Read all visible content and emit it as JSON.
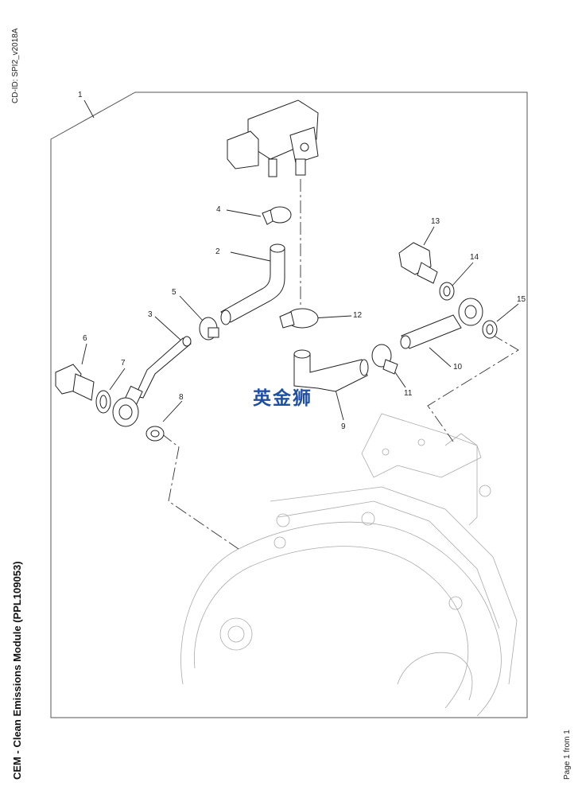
{
  "header": {
    "cd_id": "CD-ID: SPI2_v2018A",
    "title": "CEM - Clean Emissions Module (PPL109053)",
    "page": "Page 1 from 1"
  },
  "watermark": {
    "text": "英金狮",
    "color": "#1f4fa3"
  },
  "callouts": [
    "1",
    "2",
    "3",
    "4",
    "5",
    "6",
    "7",
    "8",
    "9",
    "10",
    "11",
    "12",
    "13",
    "14",
    "15"
  ]
}
